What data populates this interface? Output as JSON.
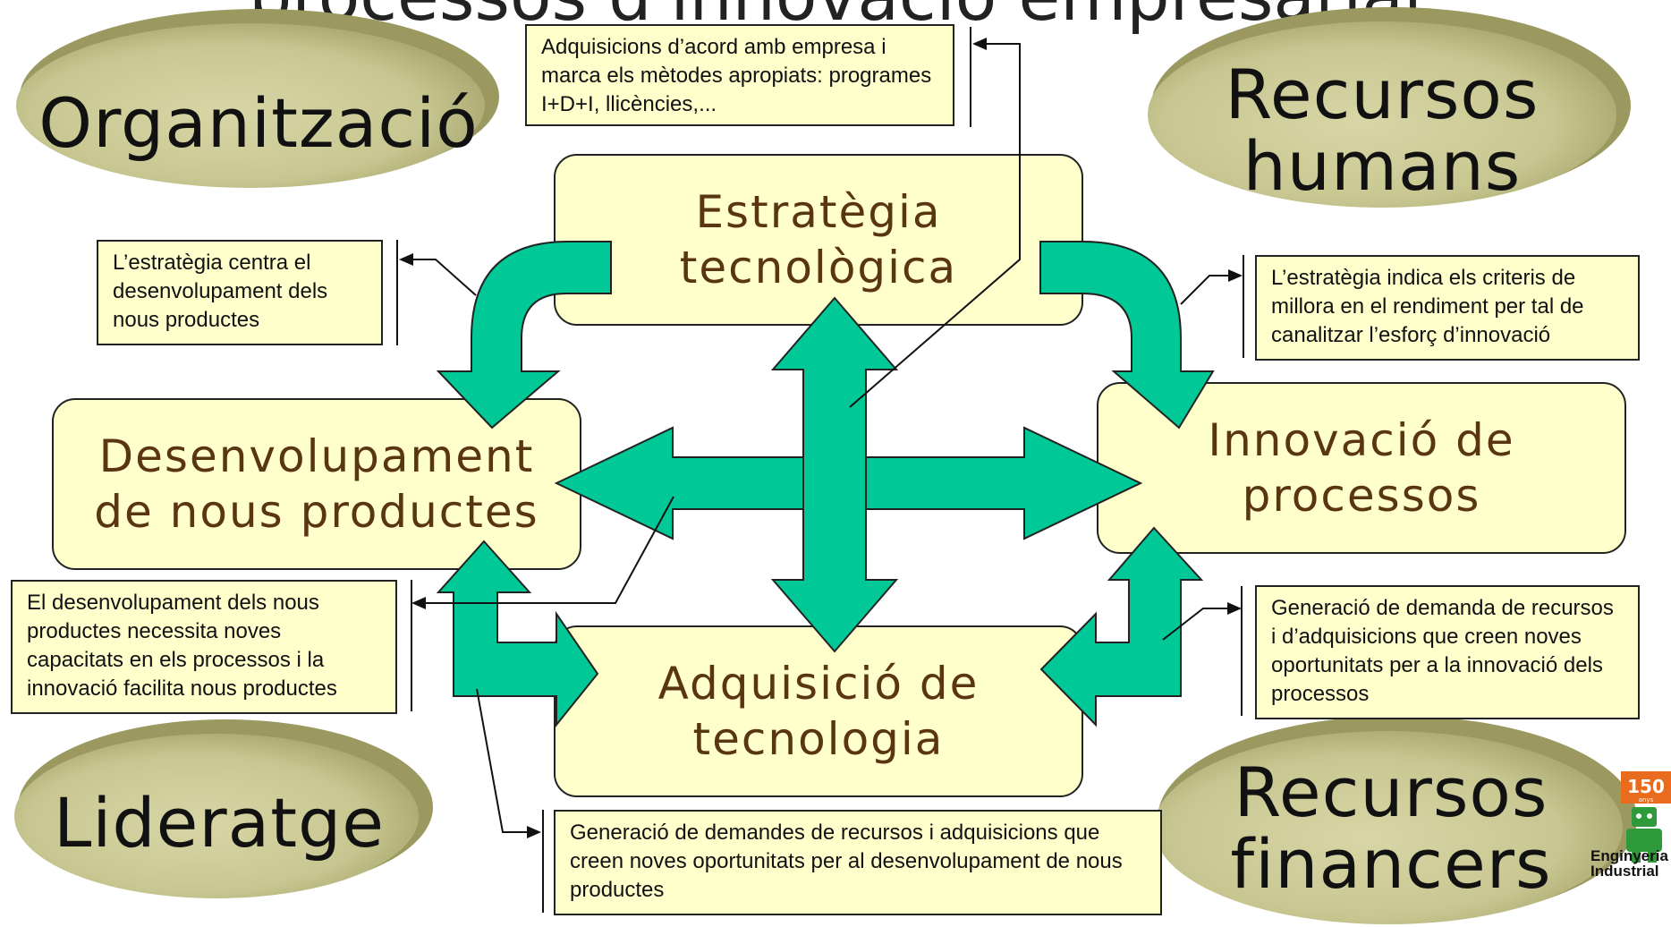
{
  "title": "processos d'innovació empresarial",
  "corners": {
    "top_left": "Organització",
    "top_right": [
      "Recursos",
      "humans"
    ],
    "bottom_left": "Lideratge",
    "bottom_right": [
      "Recursos",
      "financers"
    ]
  },
  "boxes": {
    "estrategia": [
      "Estratègia",
      "tecnològica"
    ],
    "desenvolupament": [
      "Desenvolupament",
      "de nous productes"
    ],
    "innovacio": [
      "Innovació de",
      "processos"
    ],
    "adquisicio": [
      "Adquisició de",
      "tecnologia"
    ]
  },
  "notes": {
    "top": "Adquisicions d’acord amb empresa i marca els mètodes apropiats: programes I+D+I, llicències,...",
    "left_top": "L’estratègia centra el desenvolupament dels nous productes",
    "right_top": "L’estratègia indica els criteris de millora en el rendiment per tal de canalitzar l’esforç d’innovació",
    "left_bottom": "El desenvolupament dels nous productes necessita noves capacitats en els processos i la innovació facilita nous productes",
    "right_bottom": "Generació de demanda de recursos i d’adquisicions que creen noves oportunitats per a la innovació dels processos",
    "bottom": "Generació de demandes de recursos i adquisicions que creen noves oportunitats per al desenvolupament de nous productes"
  },
  "logo": {
    "badge": "150",
    "badge_sub": "anys",
    "line1": "Enginyeria",
    "line2": "Industrial"
  },
  "colors": {
    "arrow_fill": "#00c896",
    "box_fill": "#ffffcc",
    "box_text": "#5a3512",
    "ellipse_fill": "#cdcb98"
  }
}
